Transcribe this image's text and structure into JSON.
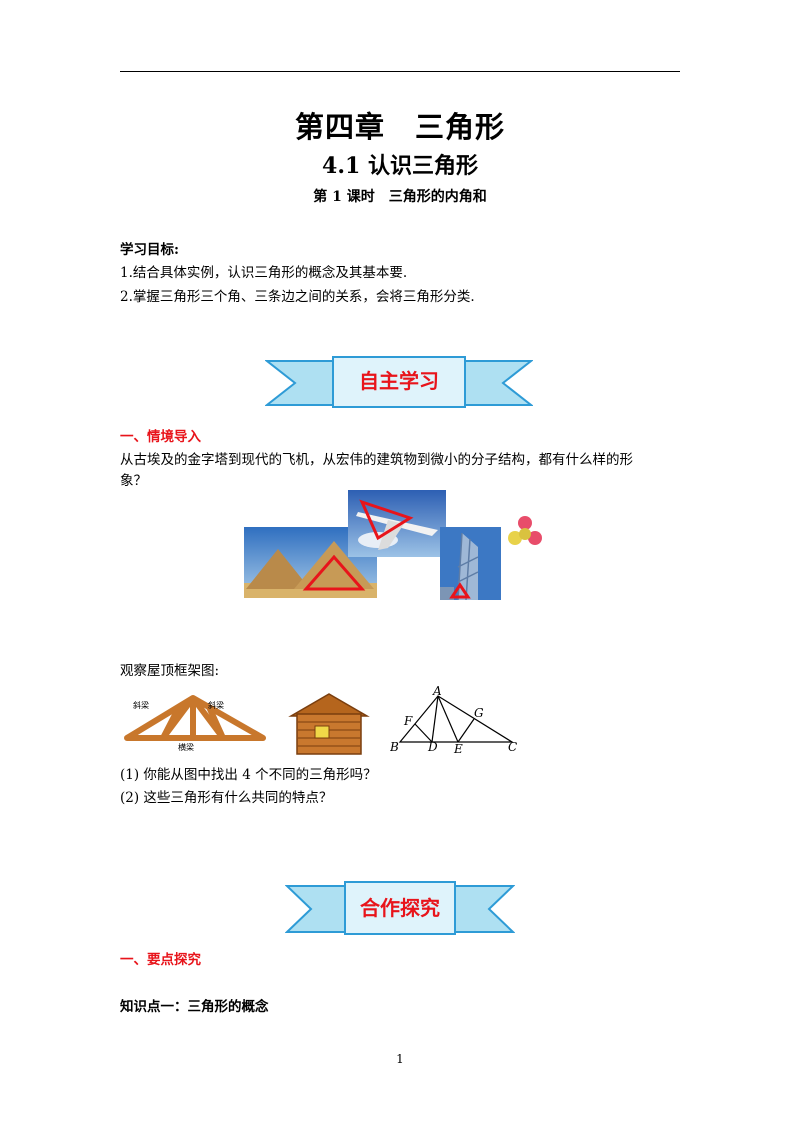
{
  "header": {
    "chapter_title": "第四章　三角形",
    "section_title": "4.1  认识三角形",
    "lesson_title": "第 1 课时　三角形的内角和"
  },
  "objectives": {
    "heading": "学习目标:",
    "items": [
      "1.结合具体实例，认识三角形的概念及其基本要.",
      "2.掌握三角形三个角、三条边之间的关系，会将三角形分类."
    ]
  },
  "banner_self_study": "自主学习",
  "section_situation": {
    "heading": "一、情境导入",
    "line1": "从古埃及的金字塔到现代的飞机，从宏伟的建筑物到微小的分子结构，都有什么样的形",
    "line2": "象？"
  },
  "roof": {
    "intro": "观察屋顶框架图:",
    "truss_labels": [
      "斜梁",
      "斜梁",
      "横梁"
    ],
    "points": {
      "A": "A",
      "B": "B",
      "C": "C",
      "D": "D",
      "E": "E",
      "F": "F",
      "G": "G"
    }
  },
  "questions": [
    "(1)  你能从图中找出  4  个不同的三角形吗？",
    "(2)  这些三角形有什么共同的特点？"
  ],
  "banner_cooperate": "合作探究",
  "section_key": {
    "heading": "一、要点探究"
  },
  "knowledge_point": "知识点一：三角形的概念",
  "page_number": "1",
  "colors": {
    "accent_red": "#e8141b",
    "banner_fill": "#aee0f2",
    "banner_border": "#2e9bd6"
  }
}
